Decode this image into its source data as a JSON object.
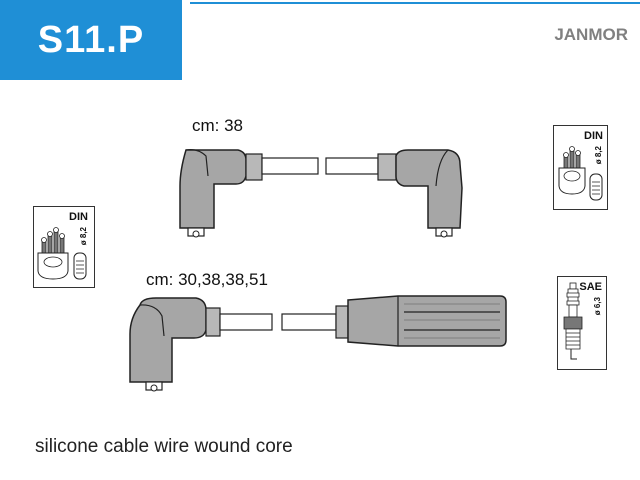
{
  "header": {
    "code": "S11.P",
    "brand": "JANMOR",
    "accent_color": "#1f8fd6"
  },
  "cables": {
    "top_label": "cm: 38",
    "bottom_label": "cm: 30,38,38,51"
  },
  "connectors": {
    "din_right": {
      "standard": "DIN",
      "diameter": "ø 8,2"
    },
    "din_left": {
      "standard": "DIN",
      "diameter": "ø 8,2"
    },
    "sae": {
      "standard": "SAE",
      "diameter": "ø 6,3"
    }
  },
  "footer": {
    "description": "silicone cable wire wound core"
  }
}
